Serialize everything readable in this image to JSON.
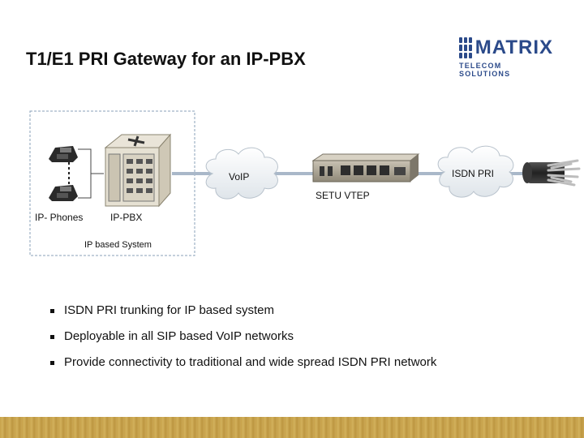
{
  "title": "T1/E1 PRI Gateway for an IP-PBX",
  "logo": {
    "name": "MATRIX",
    "tagline": "TELECOM SOLUTIONS"
  },
  "diagram": {
    "labels": {
      "phones": "IP- Phones",
      "pbx": "IP-PBX",
      "system": "IP based System",
      "voip": "VoIP",
      "device": "SETU VTEP",
      "isdn": "ISDN PRI"
    }
  },
  "bullets": [
    "ISDN PRI trunking for IP based system",
    "Deployable in all SIP based VoIP networks",
    "Provide connectivity to traditional and wide spread ISDN PRI network"
  ],
  "colors": {
    "brand": "#2b4a8a",
    "footer": "#c7a24a",
    "dashed_box": "#8aa0b8"
  }
}
